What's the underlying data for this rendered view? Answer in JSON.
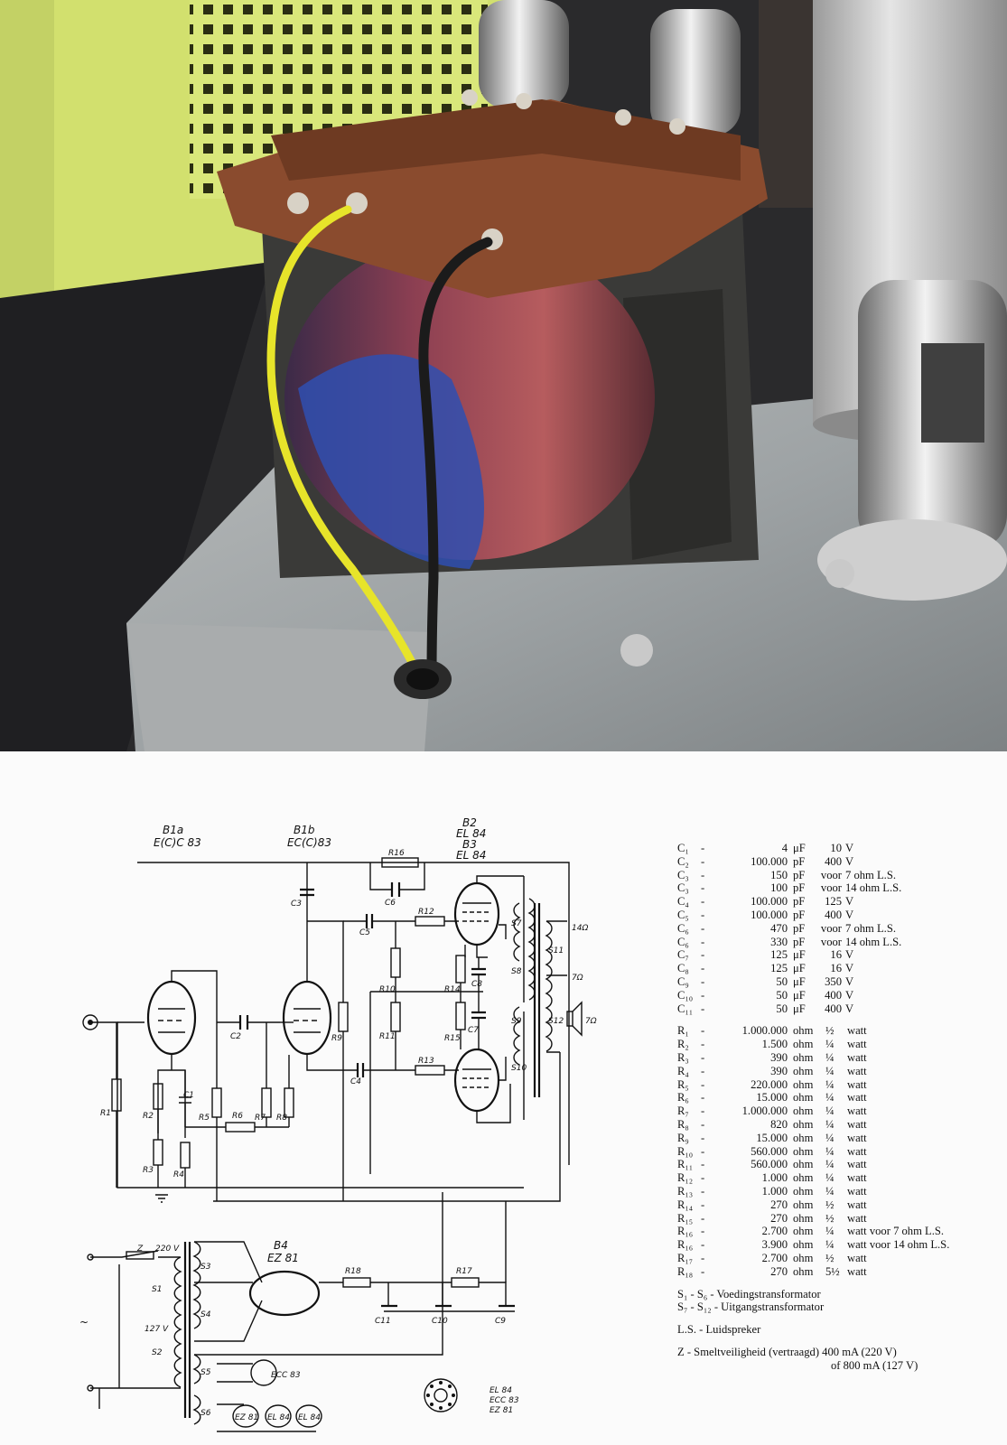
{
  "schematic": {
    "tubes": [
      {
        "id": "B1a",
        "type": "E(C)C 83"
      },
      {
        "id": "B1b",
        "type": "EC(C)83"
      },
      {
        "id": "B2",
        "type": "EL 84"
      },
      {
        "id": "B3",
        "type": "EL 84"
      },
      {
        "id": "B4",
        "type": "EZ 81"
      }
    ],
    "labels": {
      "z_fuse": "Z",
      "v220": "220 V",
      "v127": "127 V",
      "tilde": "~",
      "ohm14": "14Ω",
      "ohm7a": "7Ω",
      "ohm7b": "7Ω",
      "ecc83": "ECC 83",
      "ez81": "EZ 81",
      "el84a": "EL 84",
      "el84b": "EL 84",
      "legend_el84": "EL 84",
      "legend_ecc83": "ECC 83",
      "legend_ez81": "EZ 81"
    }
  },
  "parts": {
    "capacitors": [
      {
        "n": "C₁",
        "v": "4",
        "u": "μF",
        "w": "10",
        "t": "V"
      },
      {
        "n": "C₂",
        "v": "100.000",
        "u": "pF",
        "w": "400",
        "t": "V"
      },
      {
        "n": "C₃",
        "v": "150",
        "u": "pF",
        "w": "voor",
        "t": "7 ohm L.S."
      },
      {
        "n": "C₃",
        "v": "100",
        "u": "pF",
        "w": "voor",
        "t": "14 ohm L.S."
      },
      {
        "n": "C₄",
        "v": "100.000",
        "u": "pF",
        "w": "125",
        "t": "V"
      },
      {
        "n": "C₅",
        "v": "100.000",
        "u": "pF",
        "w": "400",
        "t": "V"
      },
      {
        "n": "C₆",
        "v": "470",
        "u": "pF",
        "w": "voor",
        "t": "7 ohm L.S."
      },
      {
        "n": "C₆",
        "v": "330",
        "u": "pF",
        "w": "voor",
        "t": "14 ohm L.S."
      },
      {
        "n": "C₇",
        "v": "125",
        "u": "μF",
        "w": "16",
        "t": "V"
      },
      {
        "n": "C₈",
        "v": "125",
        "u": "μF",
        "w": "16",
        "t": "V"
      },
      {
        "n": "C₉",
        "v": "50",
        "u": "μF",
        "w": "350",
        "t": "V"
      },
      {
        "n": "C₁₀",
        "v": "50",
        "u": "μF",
        "w": "400",
        "t": "V"
      },
      {
        "n": "C₁₁",
        "v": "50",
        "u": "μF",
        "w": "400",
        "t": "V"
      }
    ],
    "resistors": [
      {
        "n": "R₁",
        "v": "1.000.000",
        "u": "ohm",
        "p": "½",
        "t": "watt"
      },
      {
        "n": "R₂",
        "v": "1.500",
        "u": "ohm",
        "p": "¼",
        "t": "watt"
      },
      {
        "n": "R₃",
        "v": "390",
        "u": "ohm",
        "p": "¼",
        "t": "watt"
      },
      {
        "n": "R₄",
        "v": "390",
        "u": "ohm",
        "p": "¼",
        "t": "watt"
      },
      {
        "n": "R₅",
        "v": "220.000",
        "u": "ohm",
        "p": "¼",
        "t": "watt"
      },
      {
        "n": "R₆",
        "v": "15.000",
        "u": "ohm",
        "p": "¼",
        "t": "watt"
      },
      {
        "n": "R₇",
        "v": "1.000.000",
        "u": "ohm",
        "p": "¼",
        "t": "watt"
      },
      {
        "n": "R₈",
        "v": "820",
        "u": "ohm",
        "p": "¼",
        "t": "watt"
      },
      {
        "n": "R₉",
        "v": "15.000",
        "u": "ohm",
        "p": "¼",
        "t": "watt"
      },
      {
        "n": "R₁₀",
        "v": "560.000",
        "u": "ohm",
        "p": "¼",
        "t": "watt"
      },
      {
        "n": "R₁₁",
        "v": "560.000",
        "u": "ohm",
        "p": "¼",
        "t": "watt"
      },
      {
        "n": "R₁₂",
        "v": "1.000",
        "u": "ohm",
        "p": "¼",
        "t": "watt"
      },
      {
        "n": "R₁₃",
        "v": "1.000",
        "u": "ohm",
        "p": "¼",
        "t": "watt"
      },
      {
        "n": "R₁₄",
        "v": "270",
        "u": "ohm",
        "p": "½",
        "t": "watt"
      },
      {
        "n": "R₁₅",
        "v": "270",
        "u": "ohm",
        "p": "½",
        "t": "watt"
      },
      {
        "n": "R₁₆",
        "v": "2.700",
        "u": "ohm",
        "p": "¼",
        "t": "watt voor  7 ohm L.S."
      },
      {
        "n": "R₁₆",
        "v": "3.900",
        "u": "ohm",
        "p": "¼",
        "t": "watt voor 14 ohm L.S."
      },
      {
        "n": "R₁₇",
        "v": "2.700",
        "u": "ohm",
        "p": "½",
        "t": "watt"
      },
      {
        "n": "R₁₈",
        "v": "270",
        "u": "ohm",
        "p": "5½",
        "t": "watt"
      }
    ],
    "notes": [
      "S₁ - S₆  - Voedingstransformator",
      "S₇ - S₁₂ - Uitgangstransformator",
      "L.S. - Luidspreker",
      "Z - Smeltveiligheid (vertraagd) 400 mA (220 V)",
      "of 800 mA (127 V)"
    ]
  }
}
